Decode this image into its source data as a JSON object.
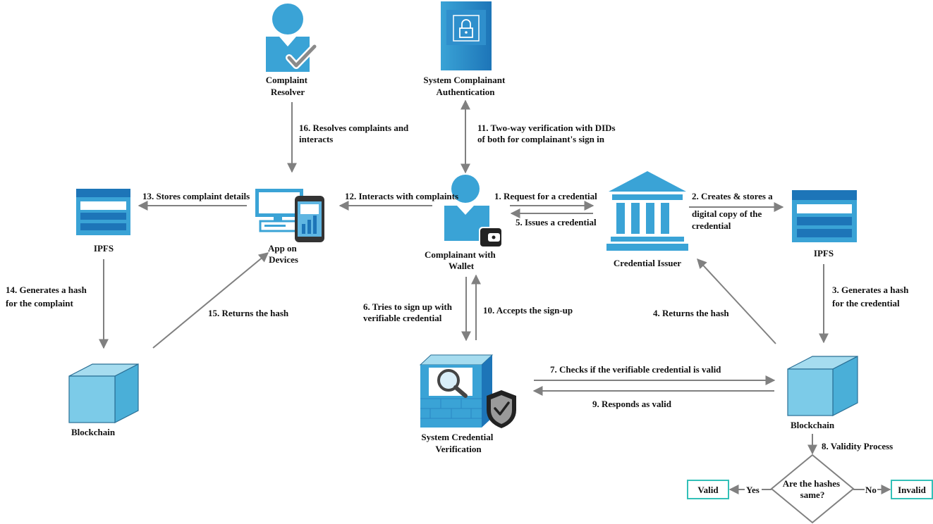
{
  "nodes": {
    "complaint_resolver": [
      "Complaint",
      "Resolver"
    ],
    "system_auth": [
      "System Complainant",
      "Authentication"
    ],
    "ipfs_left": "IPFS",
    "app_devices": [
      "App on",
      "Devices"
    ],
    "complainant": [
      "Complainant with",
      "Wallet"
    ],
    "credential_issuer": "Credential Issuer",
    "ipfs_right": "IPFS",
    "blockchain_left": "Blockchain",
    "system_verification": [
      "System Credential",
      "Verification"
    ],
    "blockchain_right": "Blockchain",
    "decision": [
      "Are the hashes",
      "same?"
    ],
    "valid": "Valid",
    "invalid": "Invalid"
  },
  "edges": {
    "e1": "1. Request for a credential",
    "e2": [
      "2. Creates & stores a",
      "digital copy of the",
      "credential"
    ],
    "e3": [
      "3. Generates a hash",
      "for the credential"
    ],
    "e4": "4. Returns the hash",
    "e5": "5. Issues a credential",
    "e6": [
      "6. Tries to sign up with",
      "verifiable credential"
    ],
    "e7": "7. Checks if the verifiable credential is valid",
    "e8": "8. Validity Process",
    "e9": "9. Responds as valid",
    "e10": "10. Accepts the sign-up",
    "e11": [
      "11. Two-way verification with DIDs",
      "of both for complainant's sign in"
    ],
    "e12": "12. Interacts with complaints",
    "e13": "13. Stores complaint details",
    "e14": [
      "14. Generates a hash",
      "for the complaint"
    ],
    "e15": "15. Returns the hash",
    "e16": [
      "16. Resolves complaints and",
      "interacts"
    ],
    "yes": "Yes",
    "no": "No"
  },
  "colors": {
    "icon_blue": "#3aa3d6",
    "icon_dark_blue": "#1d75b8",
    "cube_light": "#7ccbe8",
    "cube_mid": "#4aafd8",
    "arrow_gray": "#808080",
    "outcome_border": "#33c0b8"
  }
}
